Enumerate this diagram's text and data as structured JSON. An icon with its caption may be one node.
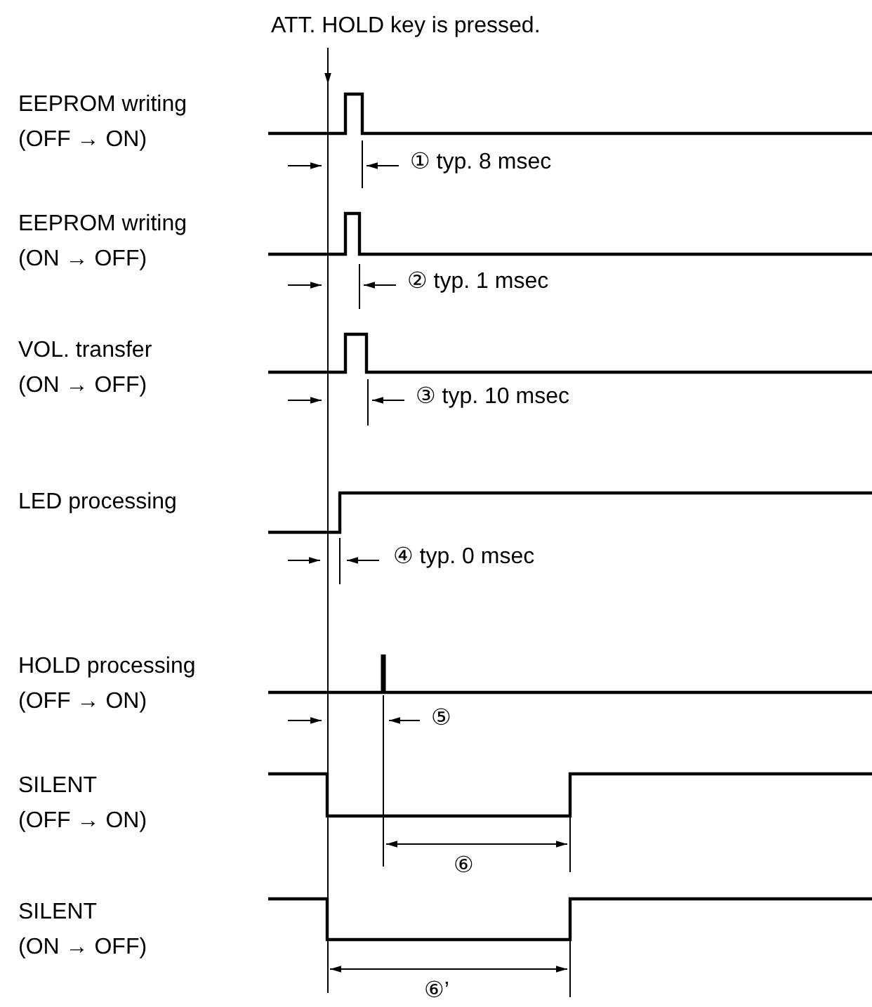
{
  "diagram": {
    "nodes": [
      {
        "text": [
          "ATT. HOLD key is pressed."
        ]
      },
      {
        "text": [],
        "shape": "line"
      }
    ],
    "edges": [
      {
        "from": 0,
        "to": 1,
        "arrow": "to"
      }
    ],
    "labels": [
      "EEPROM writing (OFF → ON)",
      "① typ. 8 msec",
      "EEPROM writing (ON → OFF)",
      "② typ. 1 msec",
      "VOL. transfer (ON → OFF)",
      "③ typ. 10 msec",
      "LED processing",
      "④ typ. 0 msec",
      "HOLD processing (OFF → ON)",
      "⑤",
      "SILENT (OFF → ON)",
      "⑥",
      "SILENT (ON → OFF)",
      "⑥’"
    ]
  }
}
